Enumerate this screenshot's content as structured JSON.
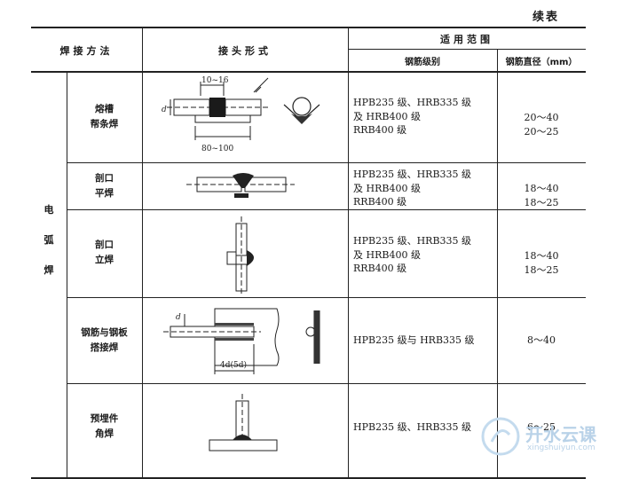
{
  "continued_label": "续表",
  "headers": {
    "method": "焊接方法",
    "joint_form": "接头形式",
    "scope": "适用范围",
    "steel_grade": "钢筋级别",
    "diameter": "钢筋直径（mm）"
  },
  "group_label": "电弧焊",
  "rows": [
    {
      "method": "熔槽\n帮条焊",
      "grades": "HPB235 级、HRB335 级\n及 HRB400 级\nRRB400 级",
      "diameters": "20～40\n20～25"
    },
    {
      "method": "剖口\n平焊",
      "grades": "HPB235 级、HRB335 级\n及 HRB400 级\nRRB400 级",
      "diameters": "18～40\n18～25"
    },
    {
      "method": "剖口\n立焊",
      "grades": "HPB235 级、HRB335 级\n及 HRB400 级\nRRB400 级",
      "diameters": "18～40\n18～25"
    },
    {
      "method": "钢筋与钢板\n搭接焊",
      "grades": "HPB235 级与 HRB335 级",
      "diameters": "8～40"
    },
    {
      "method": "预埋件\n角焊",
      "grades": "HPB235 级、HRB335 级",
      "diameters": "6～25"
    }
  ],
  "diagram_labels": {
    "dim_top": "10~16",
    "dim_bottom": "80~100",
    "d1": "d",
    "d4": "d",
    "lap": "4d(5d)"
  },
  "watermark": {
    "name": "开水云课",
    "url": "xingshuiyun.com"
  }
}
